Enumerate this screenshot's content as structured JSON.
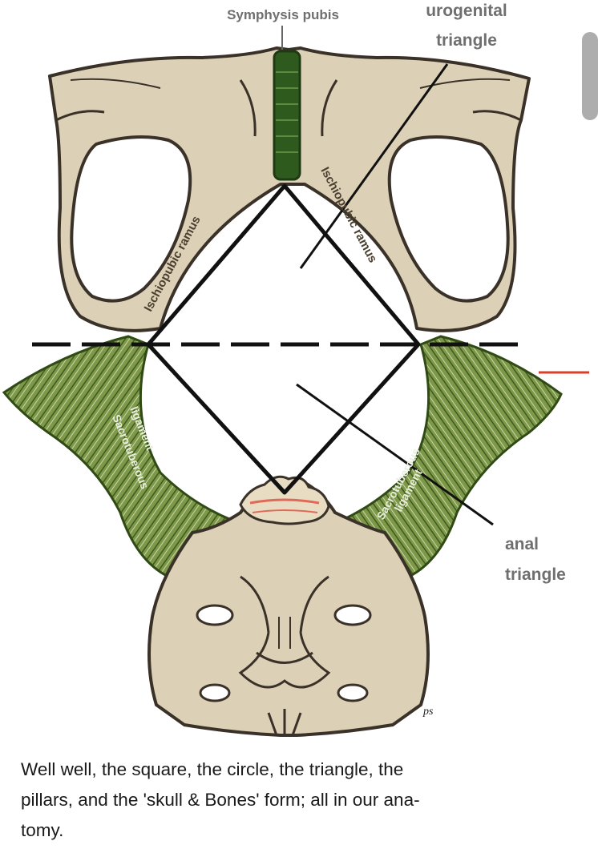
{
  "diagram": {
    "labels": {
      "symphysis": "Symphysis pubis",
      "urogenital_line1": "urogenital",
      "urogenital_line2": "triangle",
      "anal_line1": "anal",
      "anal_line2": "triangle",
      "ramus_left": "Ischiopubic ramus",
      "ramus_right": "Ischiopubic ramus",
      "lig_left_1": "Sacrotuberous",
      "lig_left_2": "ligament",
      "lig_right_1": "Sacrotuberous",
      "lig_right_2": "ligament",
      "signature": "ps"
    },
    "colors": {
      "bone": "#dcd0b6",
      "bone_outline": "#3a3128",
      "symphysis_cartilage": "#2f5a1e",
      "ligament": "#6e8a3c",
      "ligament_dark": "#3f5a1f",
      "coccyx_highlight": "#e06a5a",
      "marker": "#d8402a",
      "caption_text": "#1a1a1a"
    }
  },
  "caption": {
    "text": "Well well, the square, the circle, the triangle, the\npillars, and the 'skull & Bones' form; all in our ana-\ntomy."
  }
}
